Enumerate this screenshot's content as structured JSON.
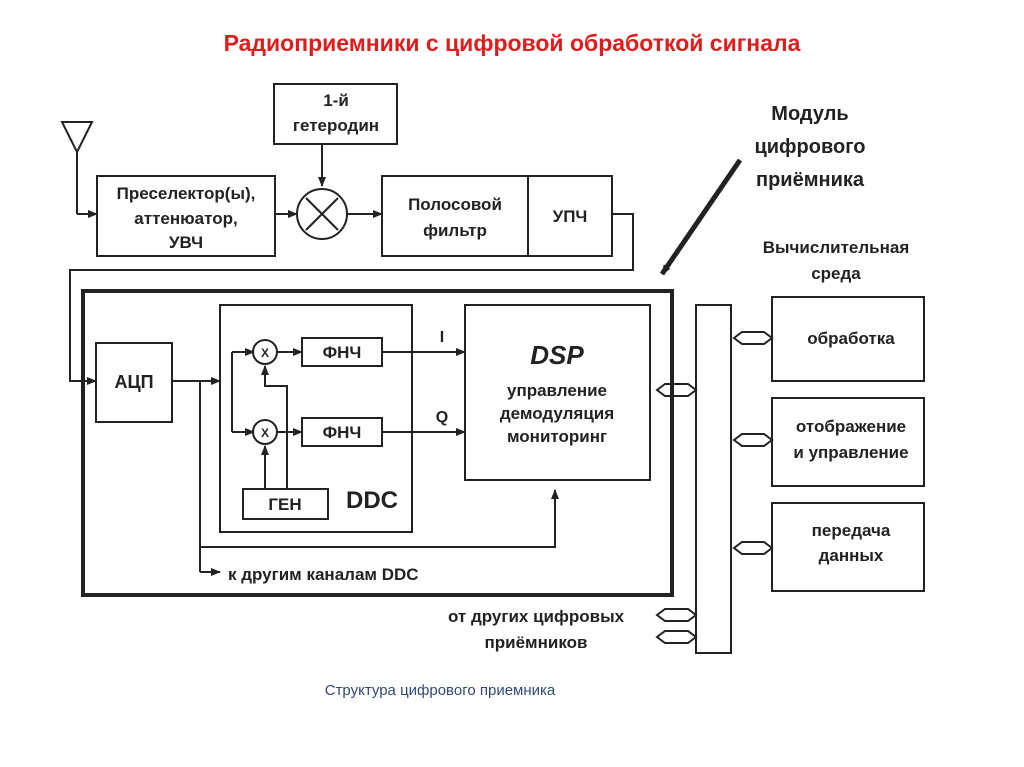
{
  "title": "Радиоприемники с цифровой обработкой сигнала",
  "caption": "Структура цифрового приемника",
  "blocks": {
    "heterodyne": [
      "1-й",
      "гетеродин"
    ],
    "preselector": [
      "Преселектор(ы),",
      "аттенюатор,",
      "УВЧ"
    ],
    "bandpass_filter": [
      "Полосовой",
      "фильтр"
    ],
    "if_amp": "УПЧ",
    "adc": "АЦП",
    "lpf_1": "ФНЧ",
    "lpf_2": "ФНЧ",
    "mixer_1": "X",
    "mixer_2": "X",
    "generator": "ГЕН",
    "ddc": "DDC",
    "dsp_title": "DSP",
    "dsp_functions": [
      "управление",
      "демодуляция",
      "мониторинг"
    ],
    "processing": "обработка",
    "display_control": [
      "отображение",
      "и управление"
    ],
    "data_transfer": [
      "передача",
      "данных"
    ]
  },
  "labels": {
    "module": [
      "Модуль",
      "цифрового",
      "приёмника"
    ],
    "computing_env": [
      "Вычислительная",
      "среда"
    ],
    "channel_i": "I",
    "channel_q": "Q",
    "other_ddc": "к другим каналам DDC",
    "other_receivers": [
      "от других цифровых",
      "приёмников"
    ]
  },
  "colors": {
    "title": "#e01c1c",
    "caption": "#2f4a7a",
    "lines": "#222222"
  }
}
